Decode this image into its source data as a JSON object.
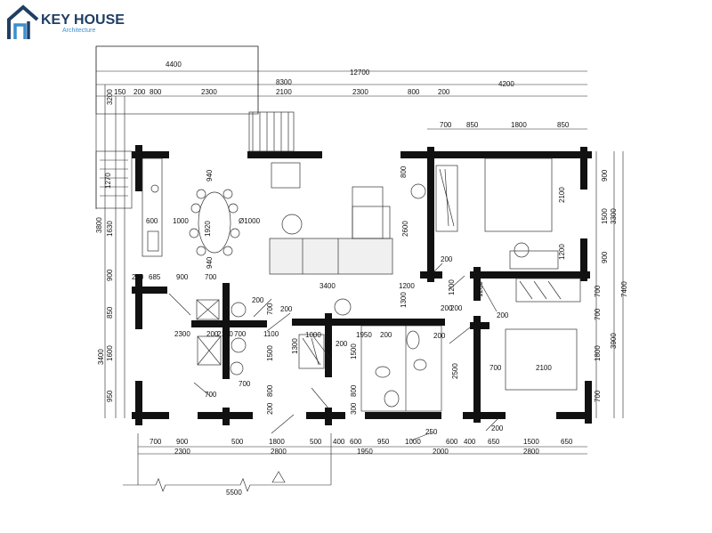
{
  "brand": {
    "name": "KEY HOUSE",
    "tagline": "Architecture",
    "primary_color": "#1f3e63",
    "accent_color": "#3a8fd0",
    "icon": "house-logo-icon"
  },
  "plan": {
    "type": "floor-plan",
    "line_color": "#111111",
    "background": "#ffffff",
    "dimensions_top": {
      "overall": "12700",
      "row_a": [
        "4400"
      ],
      "row_b": [
        "8300",
        "4200"
      ],
      "row_c": [
        "150",
        "200",
        "800",
        "2300",
        "2100",
        "2300",
        "800",
        "200"
      ],
      "row_right": [
        "700",
        "850",
        "1800",
        "850"
      ]
    },
    "dimensions_left": [
      "3200",
      "1270",
      "3800",
      "1630",
      "900",
      "850",
      "3400",
      "1600",
      "950"
    ],
    "dimensions_right": [
      "900",
      "1500",
      "3300",
      "1200",
      "900",
      "7400",
      "700",
      "700",
      "3900",
      "1800",
      "700"
    ],
    "dimensions_bottom": {
      "row_a": [
        "700",
        "900",
        "500",
        "1800",
        "500",
        "400",
        "600",
        "950",
        "1000",
        "600",
        "400",
        "650",
        "1500",
        "650"
      ],
      "row_b": [
        "2300",
        "2800",
        "1950",
        "2000",
        "2800"
      ],
      "overall": "5500"
    },
    "dimensions_interior": [
      "940",
      "600",
      "1000",
      "1920",
      "Ø1000",
      "940",
      "200",
      "685",
      "900",
      "700",
      "200",
      "700",
      "200",
      "2300",
      "200",
      "700",
      "1100",
      "1300",
      "1500",
      "700",
      "800",
      "200",
      "3400",
      "1200",
      "1300",
      "1000",
      "200",
      "1950",
      "200",
      "1500",
      "800",
      "300",
      "2500",
      "700",
      "2100",
      "200",
      "200",
      "200",
      "800",
      "2600",
      "2100",
      "1200",
      "200",
      "250",
      "200",
      "1200",
      "200",
      "700",
      "2100"
    ]
  }
}
